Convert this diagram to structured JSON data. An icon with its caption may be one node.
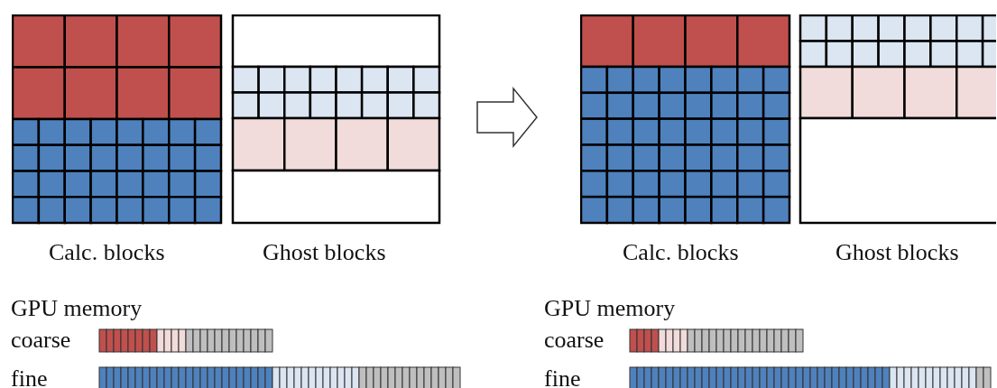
{
  "diagram": {
    "nodes": [
      {
        "text": [],
        "shape": "picture"
      },
      {
        "text": [],
        "shape": "picture"
      }
    ],
    "edges": [
      {
        "from": 0,
        "to": 1,
        "arrow": "to"
      }
    ],
    "labels": [
      "Calc. blocks",
      "Ghost blocks",
      "Calc. blocks",
      "Ghost blocks",
      "GPU memory",
      "coarse",
      "fine",
      "GPU memory",
      "coarse",
      "fine"
    ]
  }
}
